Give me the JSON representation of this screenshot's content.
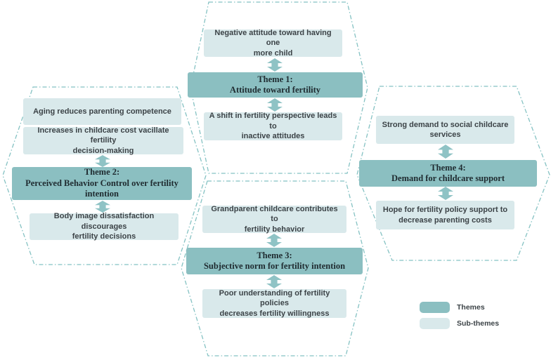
{
  "colors": {
    "theme_fill": "#8bbfc1",
    "subtheme_fill": "#d9e9eb",
    "arrow_fill": "#8fc3c5",
    "hex_border": "#85c2c3",
    "theme_text": "#1f2b30",
    "subtheme_text": "#3c4347"
  },
  "theme1": {
    "sub_top": "Negative attitude toward having one\nmore child",
    "title": "Theme 1:\nAttitude toward fertility",
    "sub_bottom": "A shift in fertility perspective leads to\ninactive attitudes"
  },
  "theme2": {
    "sub_top_a": "Aging reduces parenting competence",
    "sub_top_b": "Increases in childcare cost vacillate fertility\ndecision-making",
    "title": "Theme 2:\nPerceived Behavior Control over fertility\nintention",
    "sub_bottom": "Body image dissatisfaction discourages\nfertility decisions"
  },
  "theme3": {
    "sub_top": "Grandparent childcare contributes to\nfertility behavior",
    "title": "Theme 3:\nSubjective norm for fertility intention",
    "sub_bottom": "Poor understanding of fertility policies\ndecreases fertility willingness"
  },
  "theme4": {
    "sub_top": "Strong demand to social childcare\nservices",
    "title": "Theme 4:\nDemand for childcare support",
    "sub_bottom": "Hope for fertility policy support to\ndecrease parenting costs"
  },
  "legend": {
    "themes": "Themes",
    "subthemes": "Sub-themes"
  }
}
